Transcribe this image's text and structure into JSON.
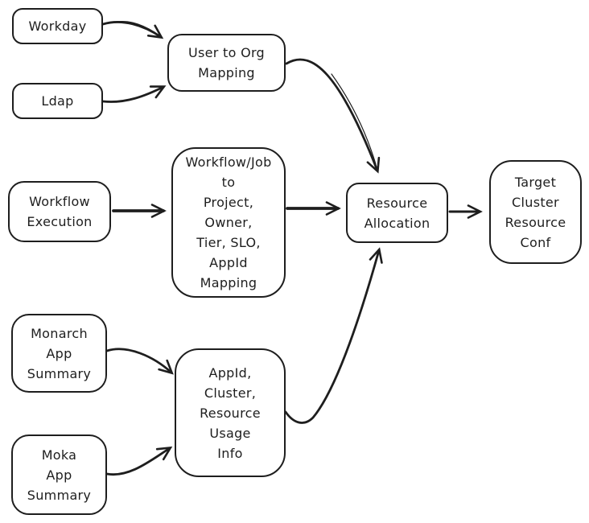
{
  "diagram": {
    "title": "Resource allocation data-flow diagram",
    "style": "hand-drawn whiteboard sketch",
    "colors": {
      "stroke": "#1e1e1e",
      "fill": "#ffffff",
      "background": "#ffffff"
    },
    "nodes": {
      "workday": {
        "label": "Workday"
      },
      "ldap": {
        "label": "Ldap"
      },
      "user_org_mapping": {
        "label": "User to Org\nMapping"
      },
      "workflow_execution": {
        "label": "Workflow\nExecution"
      },
      "workflow_job_mapping": {
        "label": "Workflow/Job\nto\nProject,\nOwner,\nTier, SLO,\nAppId\nMapping"
      },
      "resource_allocation": {
        "label": "Resource\nAllocation"
      },
      "target_cluster_resource_conf": {
        "label": "Target\nCluster\nResource\nConf"
      },
      "monarch_app_summary": {
        "label": "Monarch\nApp\nSummary"
      },
      "moka_app_summary": {
        "label": "Moka\nApp\nSummary"
      },
      "appid_cluster_usage": {
        "label": "AppId,\nCluster,\nResource\nUsage\nInfo"
      }
    },
    "edges": [
      {
        "from": "workday",
        "to": "user_org_mapping"
      },
      {
        "from": "ldap",
        "to": "user_org_mapping"
      },
      {
        "from": "user_org_mapping",
        "to": "resource_allocation"
      },
      {
        "from": "workflow_execution",
        "to": "workflow_job_mapping"
      },
      {
        "from": "workflow_job_mapping",
        "to": "resource_allocation"
      },
      {
        "from": "monarch_app_summary",
        "to": "appid_cluster_usage"
      },
      {
        "from": "moka_app_summary",
        "to": "appid_cluster_usage"
      },
      {
        "from": "appid_cluster_usage",
        "to": "resource_allocation"
      },
      {
        "from": "resource_allocation",
        "to": "target_cluster_resource_conf"
      }
    ]
  }
}
